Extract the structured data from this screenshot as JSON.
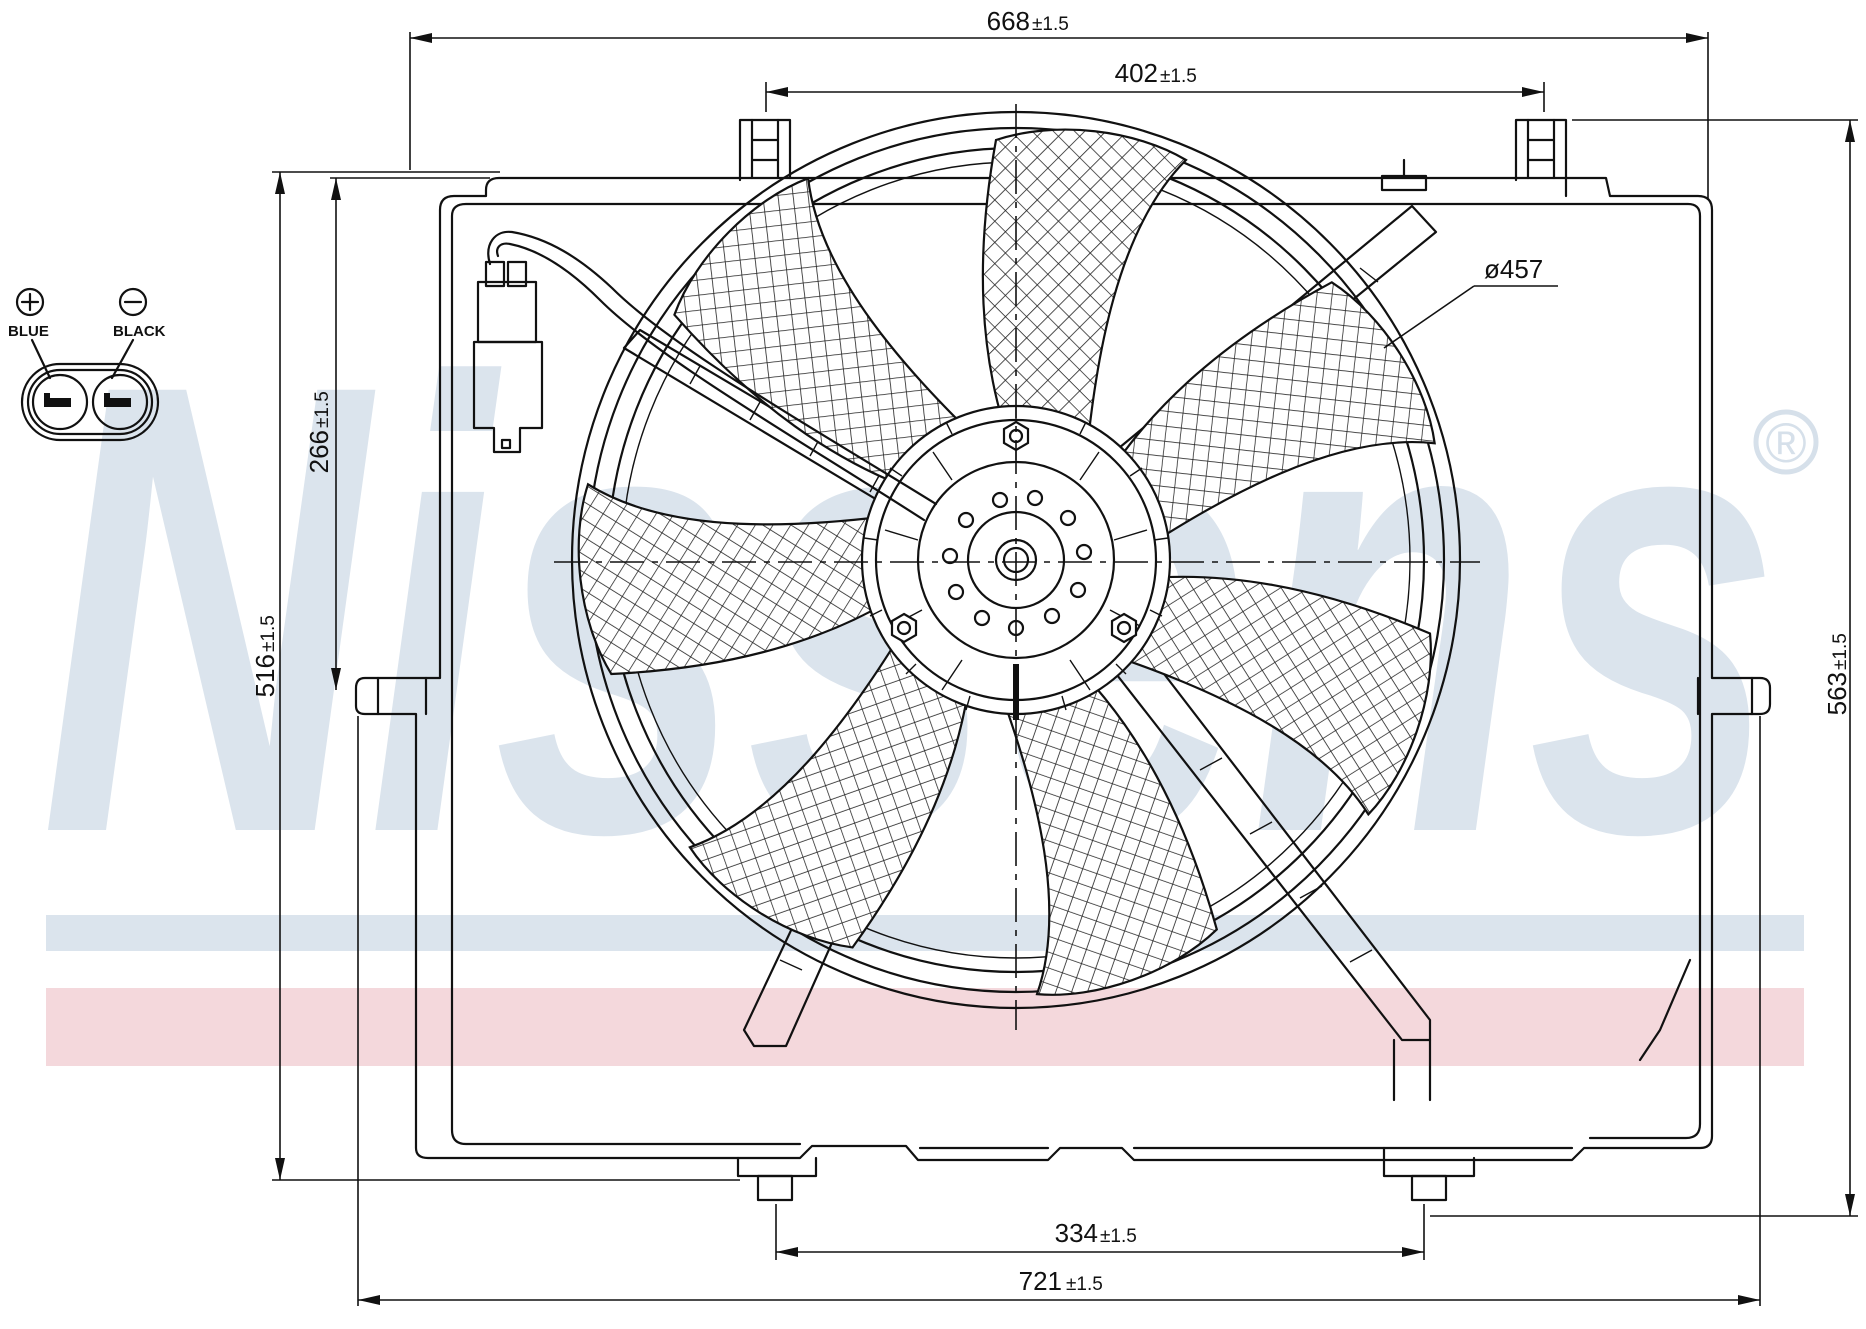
{
  "watermark": {
    "brand": "Nissens",
    "registered_mark": "®",
    "colors": {
      "blue": "#dbe4ed",
      "pink": "#f4d8dc",
      "mark": "#d6e0ea"
    }
  },
  "connector": {
    "plus_symbol": "+",
    "minus_symbol": "−",
    "positive_label": "BLUE",
    "negative_label": "BLACK"
  },
  "dimensions": {
    "top_width": "668",
    "top_width_tol": "±1.5",
    "mount_spacing": "402",
    "mount_spacing_tol": "±1.5",
    "fan_diameter": "ø457",
    "upper_height": "266",
    "upper_height_tol": "±1.5",
    "body_height": "516",
    "body_height_tol": "±1.5",
    "total_height": "563",
    "total_height_tol": "±1.5",
    "bottom_spacing": "334",
    "bottom_spacing_tol": "±1.5",
    "bottom_width": "721",
    "bottom_width_tol": "±1.5"
  },
  "line_color": "#111111"
}
